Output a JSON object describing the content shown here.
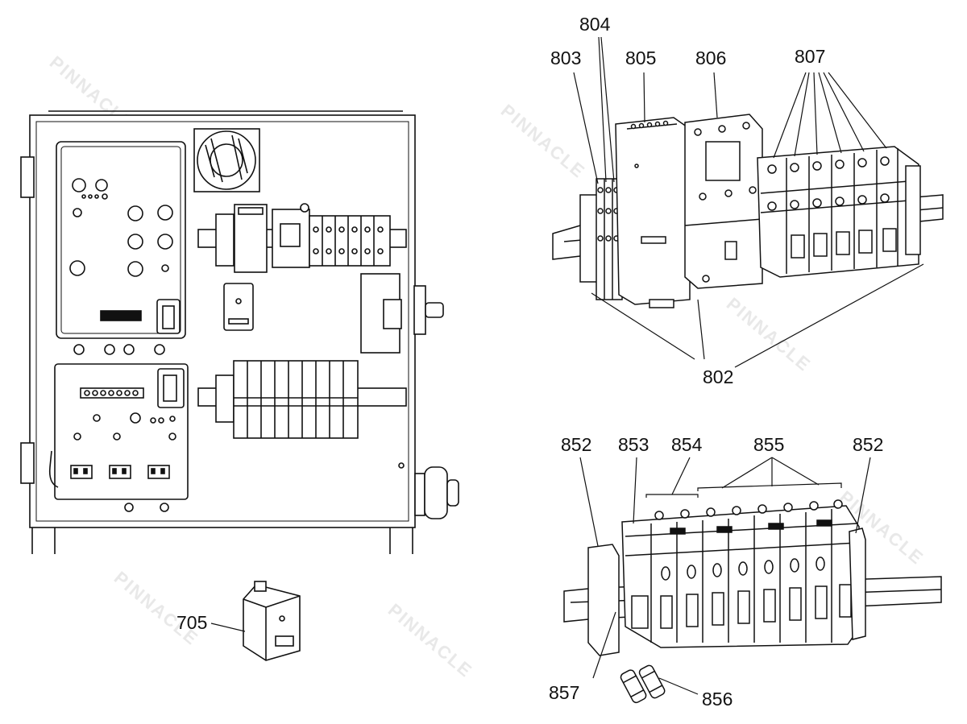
{
  "watermark": "PINNACLE",
  "callouts": {
    "c705": "705",
    "c803": "803",
    "c804": "804",
    "c805": "805",
    "c806": "806",
    "c807": "807",
    "c802": "802",
    "c852a": "852",
    "c853": "853",
    "c854": "854",
    "c855": "855",
    "c852b": "852",
    "c857": "857",
    "c856": "856"
  },
  "colors": {
    "line": "#111111",
    "fill": "#ffffff",
    "watermark": "#e6e6e6"
  }
}
